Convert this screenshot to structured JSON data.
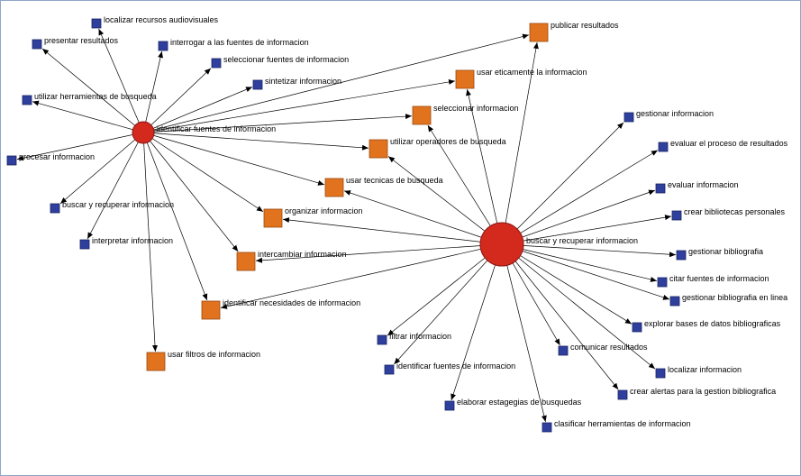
{
  "colors": {
    "hub": "#d42a1e",
    "hub_stroke": "#8a1410",
    "shared_node": "#e2731e",
    "shared_stroke": "#9a4a10",
    "leaf_node": "#2e3f9e",
    "leaf_stroke": "#1a2560",
    "edge": "#000000"
  },
  "nodes": [
    {
      "id": "hubA",
      "kind": "hub",
      "label": "identificar fuentes de informacion"
    },
    {
      "id": "hubB",
      "kind": "hub",
      "label": "buscar y recuperar informacion"
    },
    {
      "id": "pub",
      "kind": "shared",
      "label": "publicar resultados"
    },
    {
      "id": "etic",
      "kind": "shared",
      "label": "usar eticamente la informacion"
    },
    {
      "id": "sel",
      "kind": "shared",
      "label": "seleccionar informacion"
    },
    {
      "id": "ope",
      "kind": "shared",
      "label": "utilizar operadores de busqueda"
    },
    {
      "id": "tec",
      "kind": "shared",
      "label": "usar tecnicas de busqueda"
    },
    {
      "id": "org",
      "kind": "shared",
      "label": "organizar informacion"
    },
    {
      "id": "inter",
      "kind": "shared",
      "label": "intercambiar informacion"
    },
    {
      "id": "nec",
      "kind": "shared",
      "label": "identificar necesidades de informacion"
    },
    {
      "id": "fil",
      "kind": "shared",
      "label": "usar filtros de informacion"
    },
    {
      "id": "a1",
      "kind": "leaf",
      "label": "localizar recursos audiovisuales"
    },
    {
      "id": "a2",
      "kind": "leaf",
      "label": "presentar resultados"
    },
    {
      "id": "a3",
      "kind": "leaf",
      "label": "interrogar a las fuentes de informacion"
    },
    {
      "id": "a4",
      "kind": "leaf",
      "label": "seleccionar fuentes de informacion"
    },
    {
      "id": "a5",
      "kind": "leaf",
      "label": "sintetizar informacion"
    },
    {
      "id": "a6",
      "kind": "leaf",
      "label": "utilizar herramientas de busqueda"
    },
    {
      "id": "a7",
      "kind": "leaf",
      "label": "procesar informacion"
    },
    {
      "id": "a8",
      "kind": "leaf",
      "label": "buscar y recuperar informacion"
    },
    {
      "id": "a9",
      "kind": "leaf",
      "label": "interpretar  informacion"
    },
    {
      "id": "b1",
      "kind": "leaf",
      "label": "gestionar informacion"
    },
    {
      "id": "b2",
      "kind": "leaf",
      "label": "evaluar el proceso de resultados"
    },
    {
      "id": "b3",
      "kind": "leaf",
      "label": "evaluar informacion"
    },
    {
      "id": "b4",
      "kind": "leaf",
      "label": "crear bibliotecas personales"
    },
    {
      "id": "b5",
      "kind": "leaf",
      "label": "gestionar bibliografia"
    },
    {
      "id": "b6",
      "kind": "leaf",
      "label": "citar fuentes de informacion"
    },
    {
      "id": "b7",
      "kind": "leaf",
      "label": "gestionar bibliografia en linea"
    },
    {
      "id": "b8",
      "kind": "leaf",
      "label": "explorar bases de datos bibliograficas"
    },
    {
      "id": "b9",
      "kind": "leaf",
      "label": "localizar informacion"
    },
    {
      "id": "b10",
      "kind": "leaf",
      "label": "crear alertas para la gestion bibliografica"
    },
    {
      "id": "b11",
      "kind": "leaf",
      "label": "comunicar resultados"
    },
    {
      "id": "b12",
      "kind": "leaf",
      "label": "clasificar herramientas de informacion"
    },
    {
      "id": "b13",
      "kind": "leaf",
      "label": "elaborar estagegias de busquedas"
    },
    {
      "id": "b14",
      "kind": "leaf",
      "label": "identificar fuentes de informacion"
    },
    {
      "id": "b15",
      "kind": "leaf",
      "label": "filtrar informacion"
    }
  ],
  "edges": [
    [
      "hubA",
      "a1"
    ],
    [
      "hubA",
      "a2"
    ],
    [
      "hubA",
      "a3"
    ],
    [
      "hubA",
      "a4"
    ],
    [
      "hubA",
      "a5"
    ],
    [
      "hubA",
      "a6"
    ],
    [
      "hubA",
      "a7"
    ],
    [
      "hubA",
      "a8"
    ],
    [
      "hubA",
      "a9"
    ],
    [
      "hubA",
      "pub"
    ],
    [
      "hubA",
      "etic"
    ],
    [
      "hubA",
      "sel"
    ],
    [
      "hubA",
      "ope"
    ],
    [
      "hubA",
      "tec"
    ],
    [
      "hubA",
      "org"
    ],
    [
      "hubA",
      "inter"
    ],
    [
      "hubA",
      "nec"
    ],
    [
      "hubA",
      "fil"
    ],
    [
      "hubB",
      "pub"
    ],
    [
      "hubB",
      "etic"
    ],
    [
      "hubB",
      "sel"
    ],
    [
      "hubB",
      "ope"
    ],
    [
      "hubB",
      "tec"
    ],
    [
      "hubB",
      "org"
    ],
    [
      "hubB",
      "inter"
    ],
    [
      "hubB",
      "nec"
    ],
    [
      "hubB",
      "b1"
    ],
    [
      "hubB",
      "b2"
    ],
    [
      "hubB",
      "b3"
    ],
    [
      "hubB",
      "b4"
    ],
    [
      "hubB",
      "b5"
    ],
    [
      "hubB",
      "b6"
    ],
    [
      "hubB",
      "b7"
    ],
    [
      "hubB",
      "b8"
    ],
    [
      "hubB",
      "b9"
    ],
    [
      "hubB",
      "b10"
    ],
    [
      "hubB",
      "b11"
    ],
    [
      "hubB",
      "b12"
    ],
    [
      "hubB",
      "b13"
    ],
    [
      "hubB",
      "b14"
    ],
    [
      "hubB",
      "b15"
    ]
  ]
}
